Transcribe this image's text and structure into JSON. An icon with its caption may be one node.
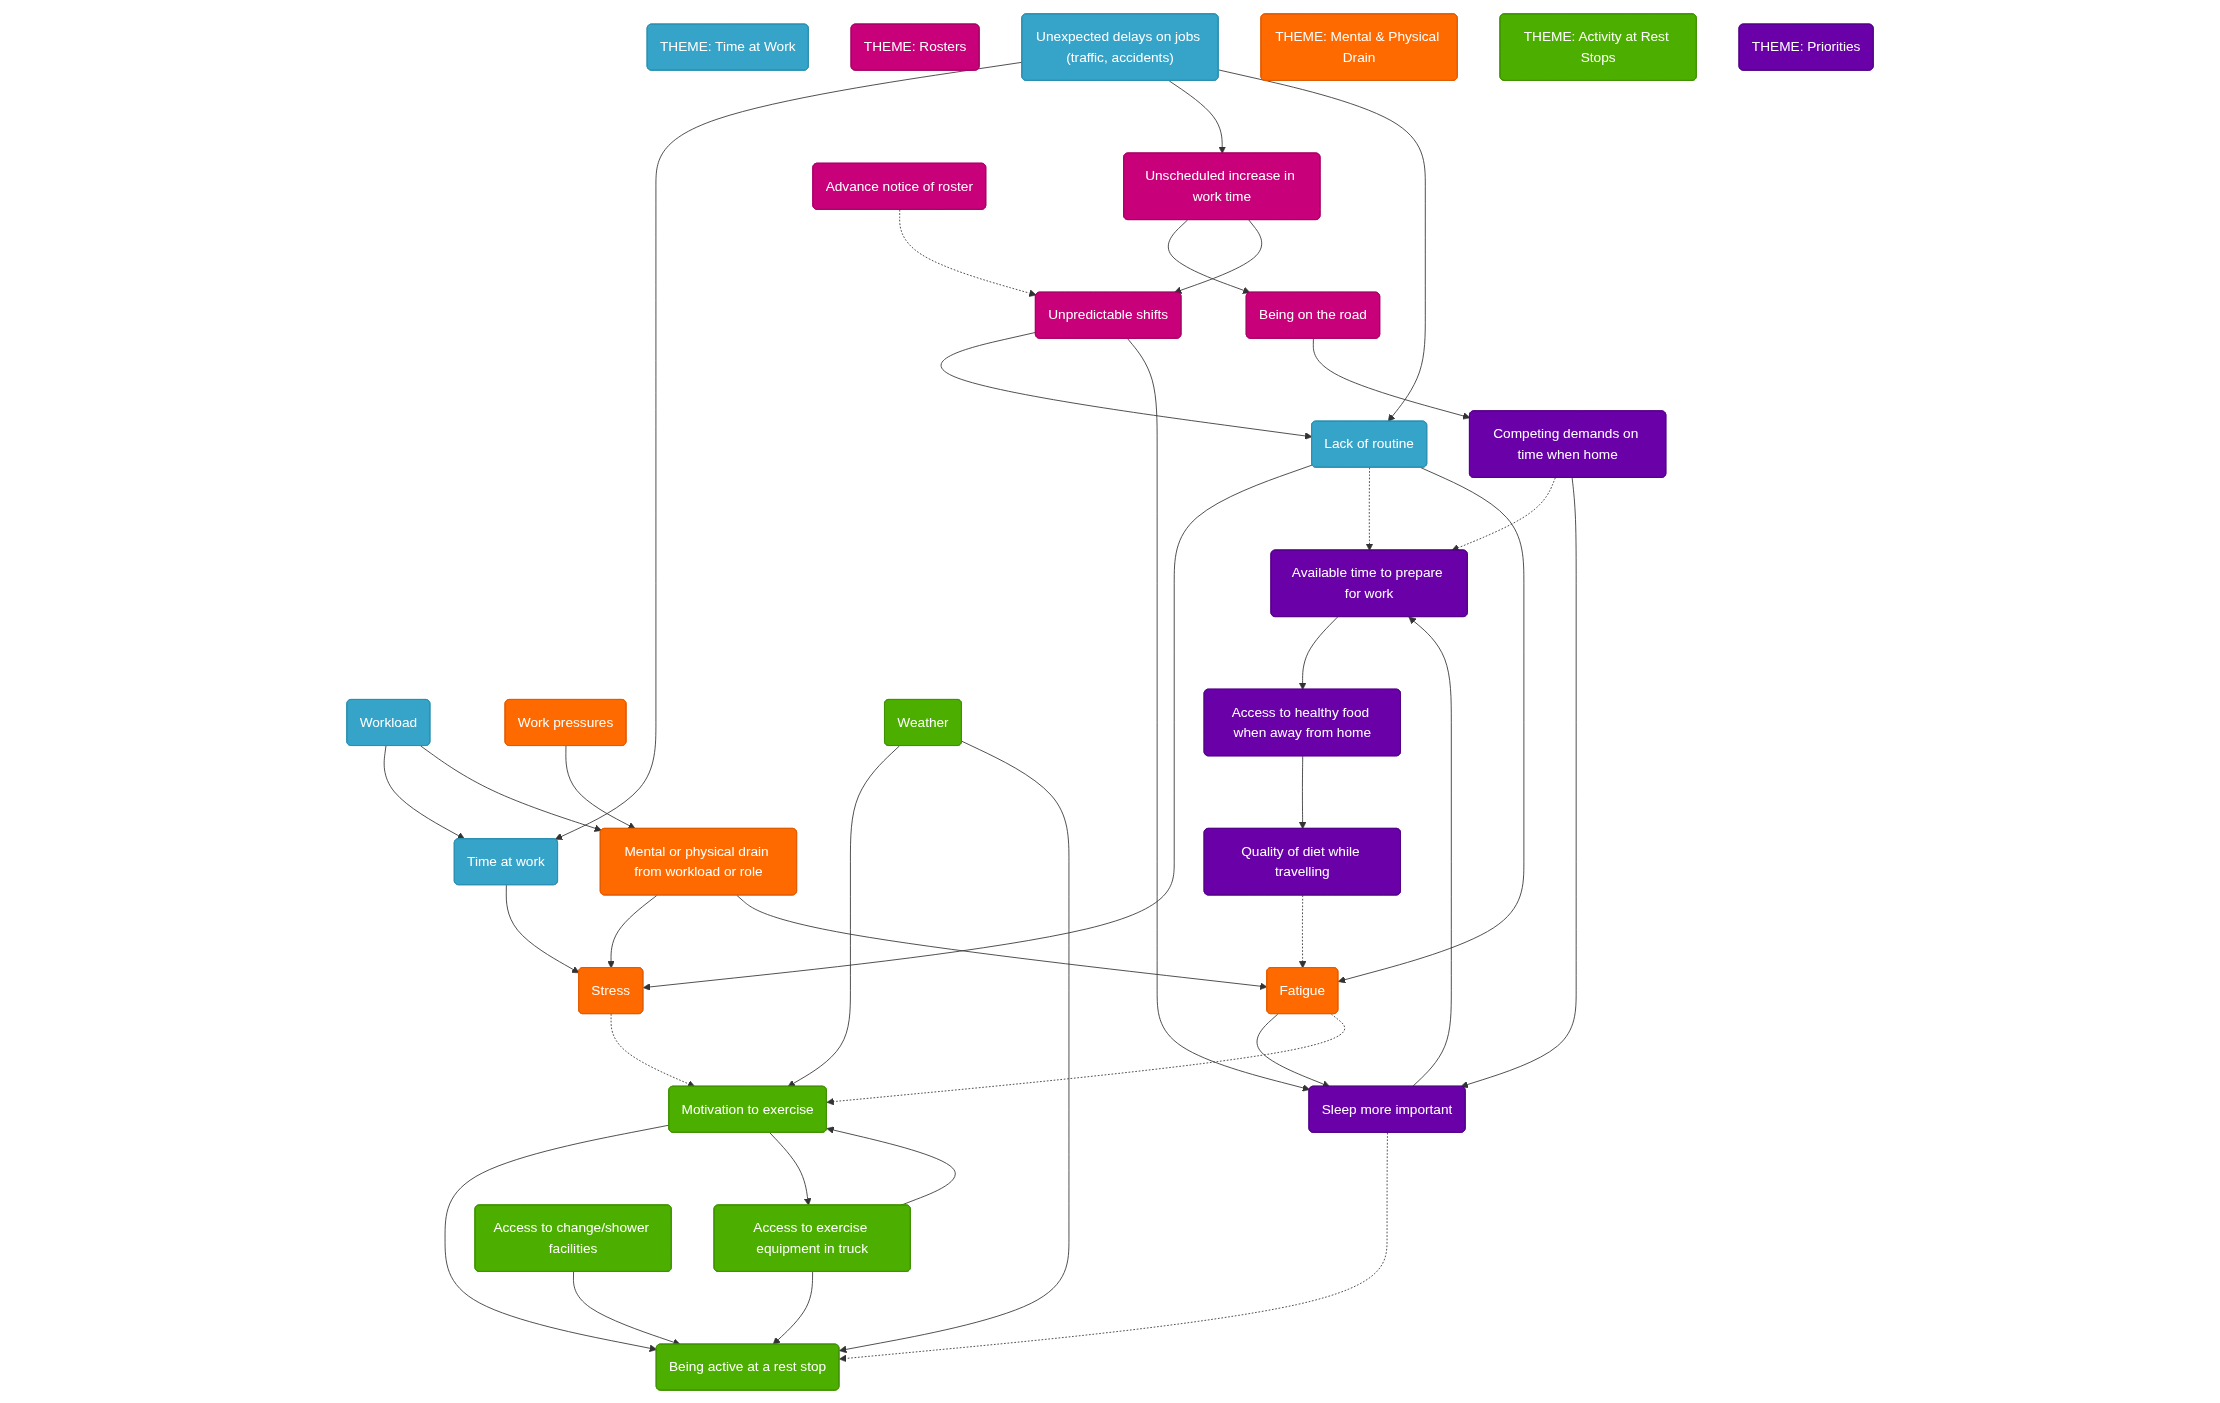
{
  "diagram": {
    "nodes": [
      {
        "text": [
          "THEME: Time at Work"
        ]
      },
      {
        "text": [
          "THEME: Rosters"
        ]
      },
      {
        "text": [
          "Time at work"
        ]
      },
      {
        "text": [
          "Unexpected delays on jobs (traffic, accidents)"
        ]
      },
      {
        "text": [
          "Unscheduled increase in work time"
        ]
      },
      {
        "text": [
          "Workload"
        ]
      },
      {
        "text": [
          "Advance notice of roster"
        ]
      },
      {
        "text": [
          "Lack of routine"
        ]
      },
      {
        "text": [
          "Stress"
        ]
      },
      {
        "text": [
          "Mental or physical drain from workload or role"
        ]
      },
      {
        "text": [
          "Unpredictable shifts"
        ]
      },
      {
        "text": [
          "Being on the road"
        ]
      },
      {
        "text": [
          "Available time to prepare for work"
        ]
      },
      {
        "text": [
          "Quality of diet while travelling"
        ]
      },
      {
        "text": [
          "THEME: Mental & Physical Drain"
        ]
      },
      {
        "text": [
          "Work pressures"
        ]
      },
      {
        "text": [
          "Fatigue"
        ]
      },
      {
        "text": [
          "Access to healthy food when away from home"
        ]
      },
      {
        "text": [
          "Competing demands on time when home"
        ]
      },
      {
        "text": [
          "Sleep more important"
        ]
      },
      {
        "text": [
          "Weather"
        ]
      },
      {
        "text": [
          "Motivation to exercise"
        ]
      },
      {
        "text": [
          "THEME: Activity at Rest Stops"
        ]
      },
      {
        "text": [
          "Being active at a rest stop"
        ]
      },
      {
        "text": [
          "Access to exercise equipment in truck"
        ]
      },
      {
        "text": [
          "THEME: Priorities"
        ]
      },
      {
        "text": [
          "Access to change/shower facilities"
        ]
      }
    ],
    "edges": [
      {
        "from": 3,
        "to": 2,
        "arrow": "to"
      },
      {
        "from": 3,
        "to": 4,
        "arrow": "to"
      },
      {
        "from": 3,
        "to": 7,
        "arrow": "to"
      },
      {
        "from": 5,
        "to": 2,
        "arrow": "to"
      },
      {
        "from": 2,
        "to": 8,
        "arrow": "to"
      },
      {
        "from": 5,
        "to": 9,
        "arrow": "to"
      },
      {
        "from": 4,
        "to": 11,
        "arrow": "to"
      },
      {
        "from": 4,
        "to": 10,
        "arrow": "to"
      },
      {
        "from": 6,
        "to": 10,
        "arrow": "to",
        "style": "dashed"
      },
      {
        "from": 10,
        "to": 7,
        "arrow": "to"
      },
      {
        "from": 7,
        "to": 8,
        "arrow": "to"
      },
      {
        "from": 7,
        "to": 12,
        "arrow": "to",
        "style": "dashed"
      },
      {
        "from": 7,
        "to": 16,
        "arrow": "to"
      },
      {
        "from": 9,
        "to": 8,
        "arrow": "to"
      },
      {
        "from": 9,
        "to": 16,
        "arrow": "to"
      },
      {
        "from": 15,
        "to": 9,
        "arrow": "to"
      },
      {
        "from": 8,
        "to": 21,
        "arrow": "to",
        "style": "dashed"
      },
      {
        "from": 13,
        "to": 16,
        "arrow": "to",
        "style": "dashed"
      },
      {
        "from": 12,
        "to": 17,
        "arrow": "to"
      },
      {
        "from": 17,
        "to": 13,
        "arrow": "to"
      },
      {
        "from": 11,
        "to": 18,
        "arrow": "to"
      },
      {
        "from": 18,
        "to": 12,
        "arrow": "to",
        "style": "dashed"
      },
      {
        "from": 10,
        "to": 19,
        "arrow": "to"
      },
      {
        "from": 19,
        "to": 12,
        "arrow": "to"
      },
      {
        "from": 16,
        "to": 19,
        "arrow": "to"
      },
      {
        "from": 18,
        "to": 19,
        "arrow": "to"
      },
      {
        "from": 19,
        "to": 23,
        "arrow": "to",
        "style": "dashed"
      },
      {
        "from": 16,
        "to": 21,
        "arrow": "to",
        "style": "dashed"
      },
      {
        "from": 20,
        "to": 21,
        "arrow": "to"
      },
      {
        "from": 20,
        "to": 23,
        "arrow": "to"
      },
      {
        "from": 21,
        "to": 23,
        "arrow": "to"
      },
      {
        "from": 21,
        "to": 24,
        "arrow": "to"
      },
      {
        "from": 24,
        "to": 21,
        "arrow": "to"
      },
      {
        "from": 24,
        "to": 23,
        "arrow": "to"
      },
      {
        "from": 26,
        "to": 23,
        "arrow": "to"
      }
    ]
  }
}
